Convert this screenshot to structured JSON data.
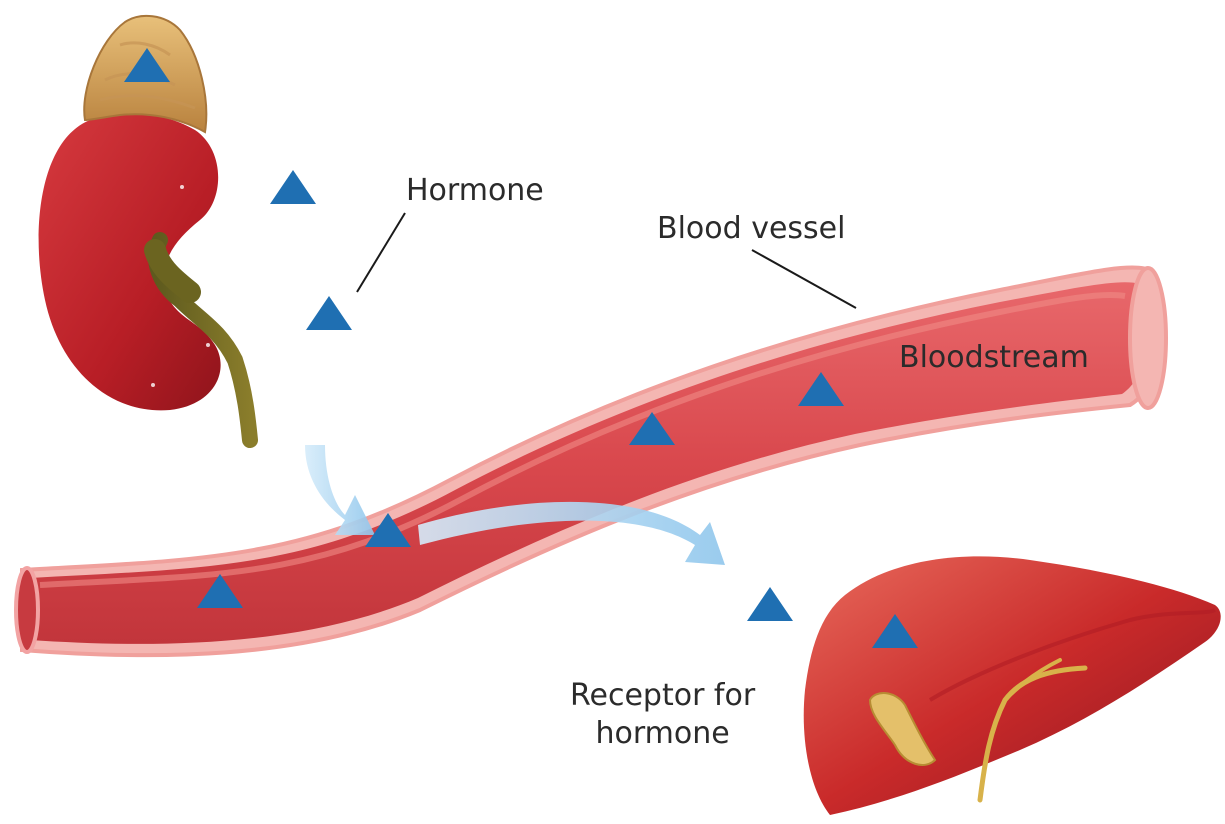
{
  "labels": {
    "hormone": "Hormone",
    "blood_vessel": "Blood vessel",
    "bloodstream": "Bloodstream",
    "receptor_line1": "Receptor for",
    "receptor_line2": "hormone"
  },
  "colors": {
    "hormone_triangle": "#1f6fb2",
    "vessel_outer": "#f2a3a3",
    "vessel_inner": "#d9484d",
    "arrow": "#a8d3f0",
    "kidney": "#c7262d",
    "adrenal": "#d7a45a",
    "liver": "#c92a2a"
  },
  "icons": [
    "kidney-illustration",
    "adrenal-gland-illustration",
    "liver-illustration",
    "hormone-triangle-icon",
    "arrow-icon"
  ]
}
